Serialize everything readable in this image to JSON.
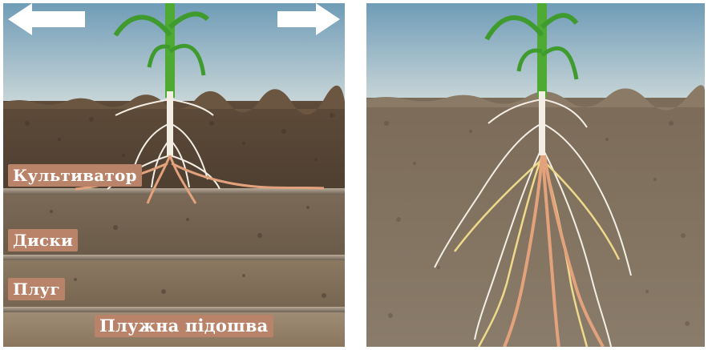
{
  "left_scene": {
    "labels": {
      "cultivator": "Культиватор",
      "discs": "Диски",
      "plow": "Плуг",
      "plow_pan": "Плужна підошва"
    }
  },
  "colors": {
    "sky": "#8fb1c4",
    "soil_top": "#6d5a45",
    "soil_mid": "#8a7b66",
    "label_bg": "#b9836a",
    "root_white": "#f4efe6",
    "root_orange": "#e3a27c",
    "root_yellow": "#efd98a",
    "leaf_green": "#3f9b2d"
  }
}
